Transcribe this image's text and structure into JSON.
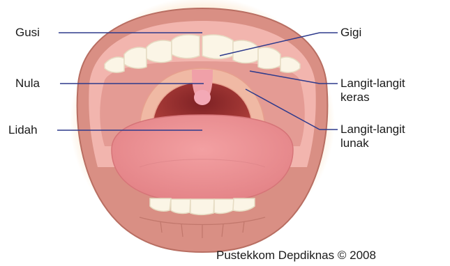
{
  "labels": {
    "gusi": "Gusi",
    "nula": "Nula",
    "lidah": "Lidah",
    "gigi": "Gigi",
    "langit_keras": [
      "Langit-langit",
      "keras"
    ],
    "langit_lunak": [
      "Langit-langit",
      "lunak"
    ]
  },
  "credit": "Pustekkom Depdiknas © 2008",
  "colors": {
    "leader_line": "#2d3a8c",
    "lips": "#d98f84",
    "gum": "#f2b5ae",
    "palate": "#e49b94",
    "throat": "#a93534",
    "tongue": "#ee8e91",
    "teeth": "#fbf5e6",
    "uvula": "#f0a0a8",
    "glow": "#f7c486"
  }
}
